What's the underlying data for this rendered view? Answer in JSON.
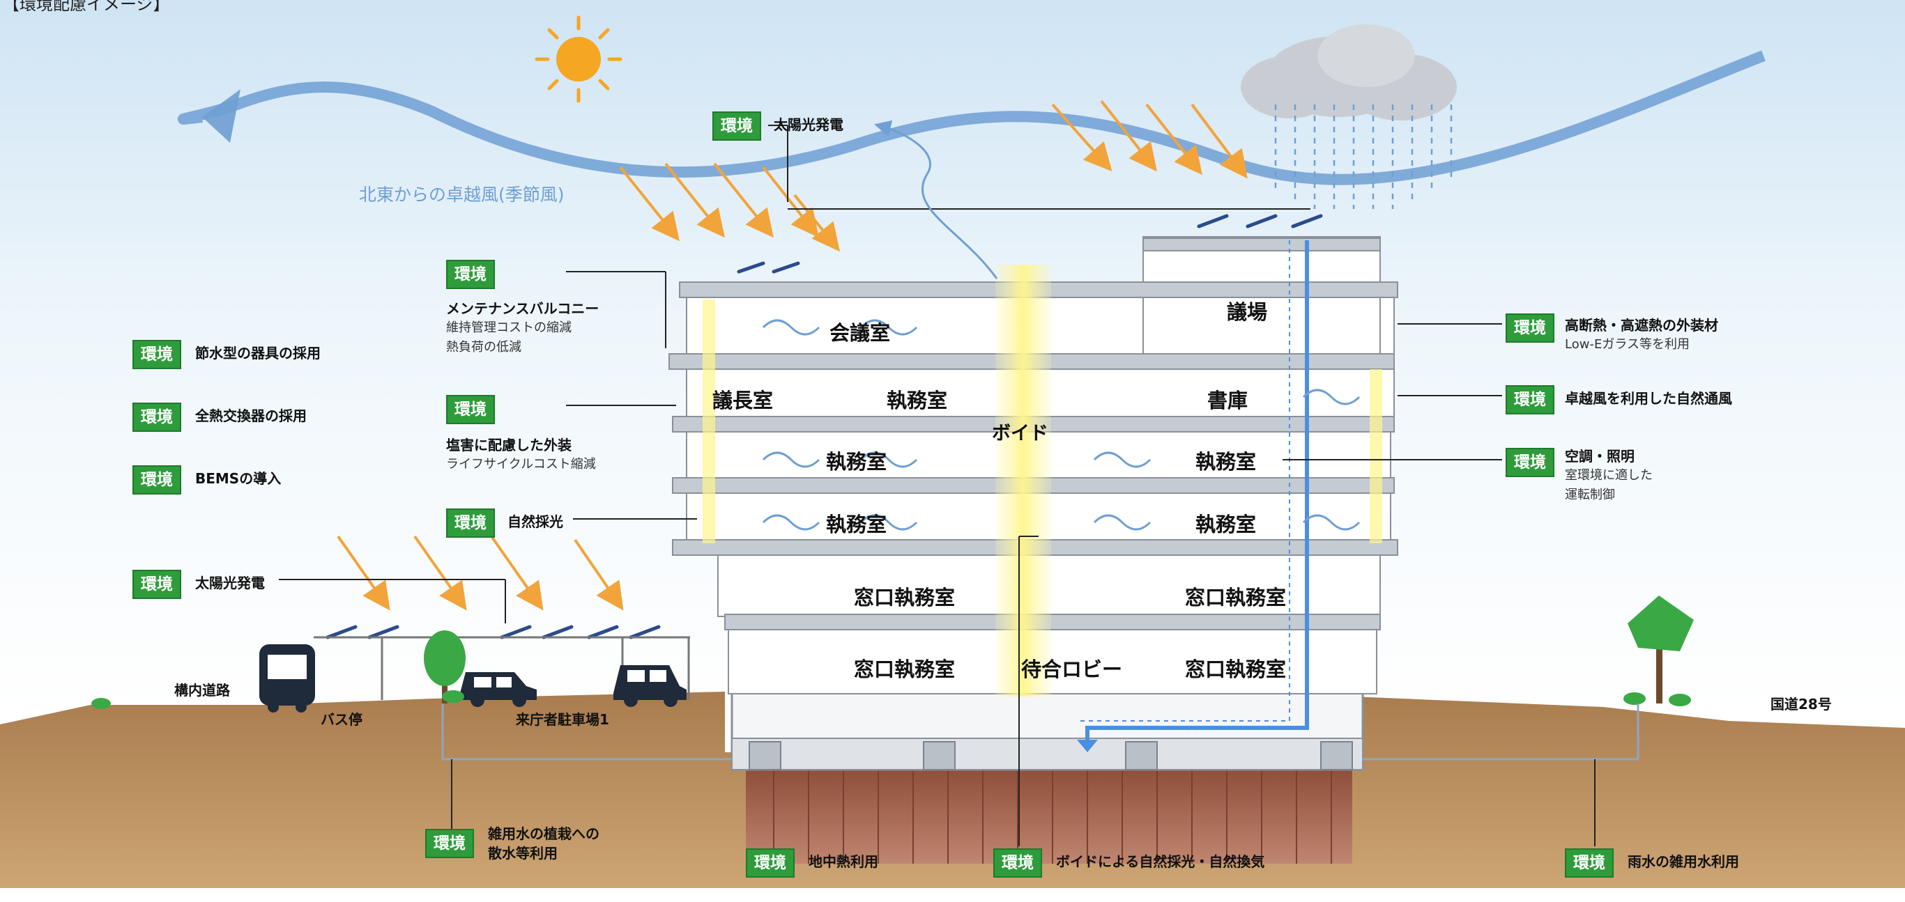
{
  "corner_title": "【環境配慮イメージ】",
  "wind_label": "北東からの卓越風(季節風)",
  "badge_text": "環境",
  "left_items": [
    "節水型の器具の採用",
    "全熱交換器の採用",
    "BEMSの導入"
  ],
  "annotations": {
    "solar_top": "太陽光発電",
    "balcony_title": "メンテナンスバルコニー",
    "balcony_line1": "維持管理コストの縮減",
    "balcony_line2": "熱負荷の低減",
    "exterior_title": "塩害に配慮した外装",
    "exterior_line1": "ライフサイクルコスト縮減",
    "daylight": "自然採光",
    "solar_left": "太陽光発電",
    "insulation_title": "高断熱・高遮熱の外装材",
    "insulation_line1": "Low-Eガラス等を利用",
    "natural_vent": "卓越風を利用した自然通風",
    "hvac_title": "空調・照明",
    "hvac_line1": "室環境に適した",
    "hvac_line2": "運転制御",
    "irrigation_line1": "雑用水の植栽への",
    "irrigation_line2": "散水等利用",
    "geothermal": "地中熱利用",
    "void_vent": "ボイドによる自然採光・自然換気",
    "rainwater": "雨水の雑用水利用"
  },
  "rooms": {
    "conference": "会議室",
    "assembly": "議場",
    "chair": "議長室",
    "office": "執務室",
    "library": "書庫",
    "void": "ボイド",
    "window_office": "窓口執務室",
    "lobby": "待合ロビー"
  },
  "site_labels": {
    "road": "構内道路",
    "bus_stop": "バス停",
    "parking": "来庁者駐車場1",
    "route": "国道28号"
  },
  "colors": {
    "badge": "#2e9c3b",
    "wind": "#6f9fd3",
    "sun_arrow": "#f2a43a",
    "soil": "#b68b5b",
    "pile": "#9b5a44",
    "water": "#4a8fe0"
  }
}
